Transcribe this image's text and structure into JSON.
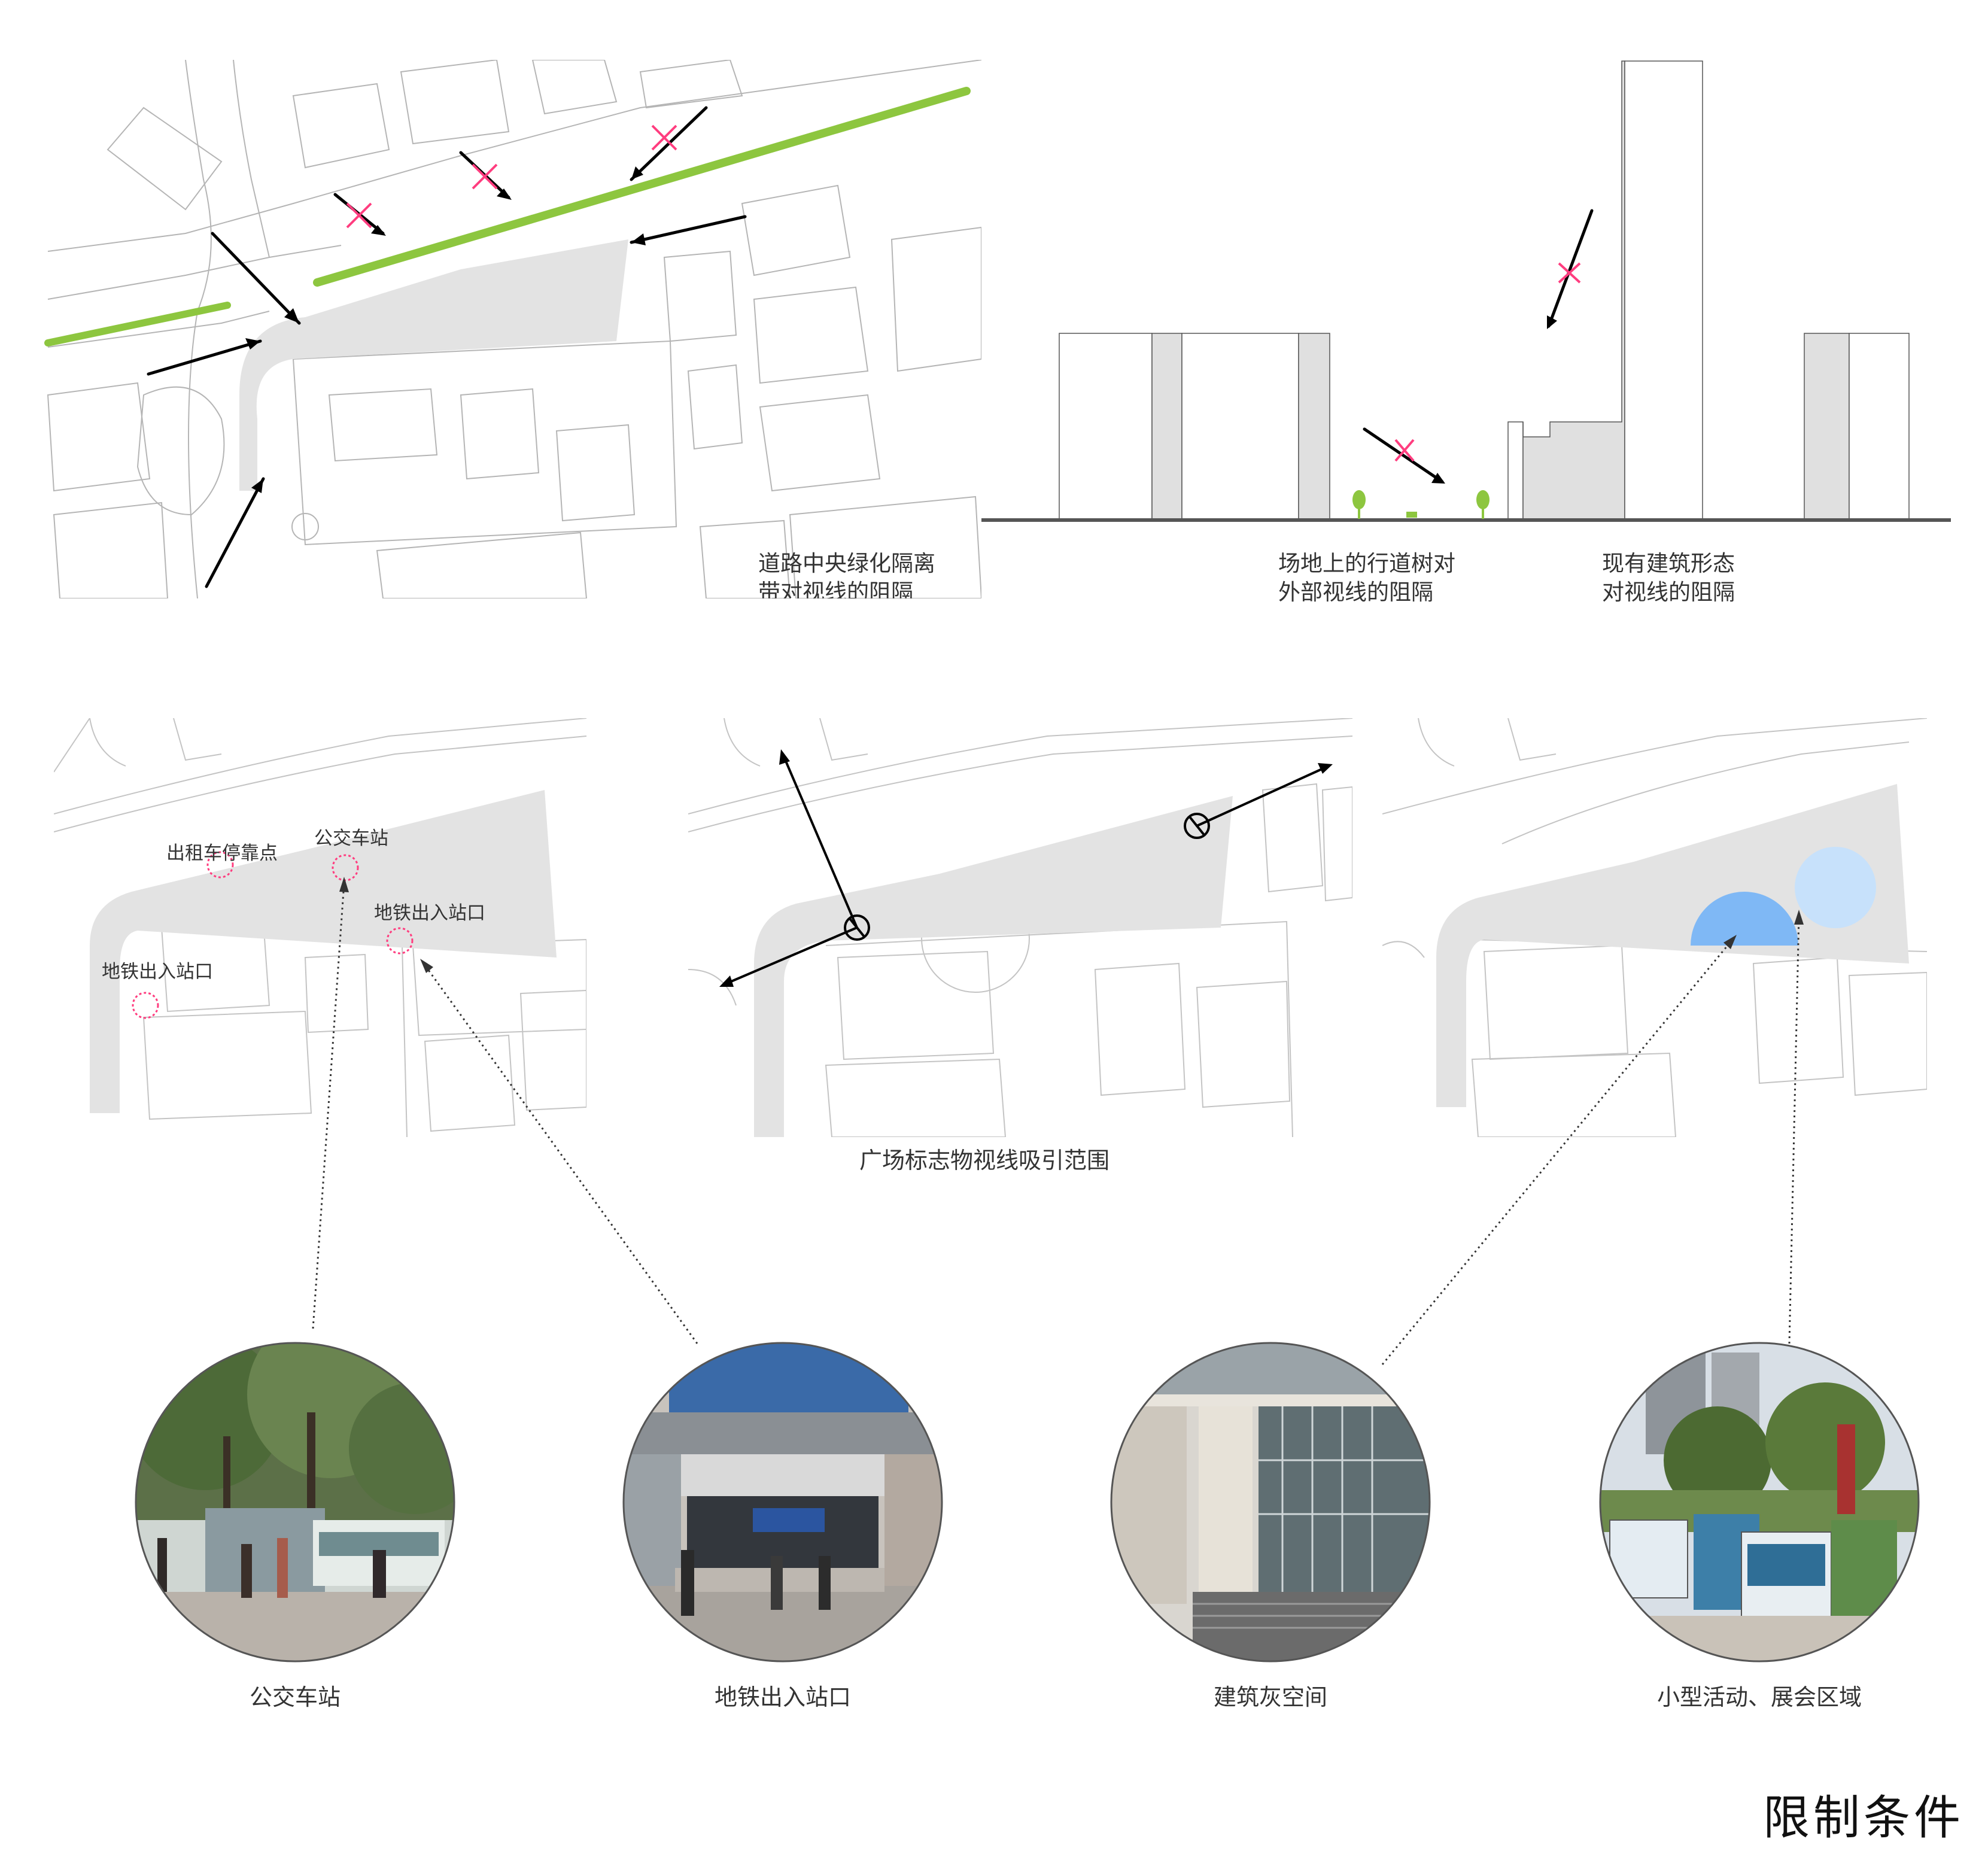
{
  "title": "限制条件",
  "panel1": {
    "caption_line1": "道路中央绿化隔离",
    "caption_line2": "带对视线的阻隔"
  },
  "panel2": {
    "caption_trees_line1": "场地上的行道树对",
    "caption_trees_line2": "外部视线的阻隔",
    "caption_buildings_line1": "现有建筑形态",
    "caption_buildings_line2": "对视线的阻隔"
  },
  "panel3": {
    "labels": {
      "taxi": "出租车停靠点",
      "bus": "公交车站",
      "metro_right": "地铁出入站口",
      "metro_left": "地铁出入站口"
    }
  },
  "center_caption": "广场标志物视线吸引范围",
  "photos": [
    {
      "label": "公交车站",
      "icon": "bus-stop-photo"
    },
    {
      "label": "地铁出入站口",
      "icon": "metro-entrance-photo"
    },
    {
      "label": "建筑灰空间",
      "icon": "building-grey-space-photo"
    },
    {
      "label": "小型活动、展会区域",
      "icon": "exhibition-area-photo"
    }
  ],
  "colors": {
    "green_belt": "#8dc63f",
    "cross_mark": "#ff3d7f",
    "plaza_fill": "#e3e3e3",
    "circle_blue": "#7fb8f5",
    "circle_light_blue": "#c7e1fb",
    "arrow": "#000000",
    "ground": "#555555"
  }
}
